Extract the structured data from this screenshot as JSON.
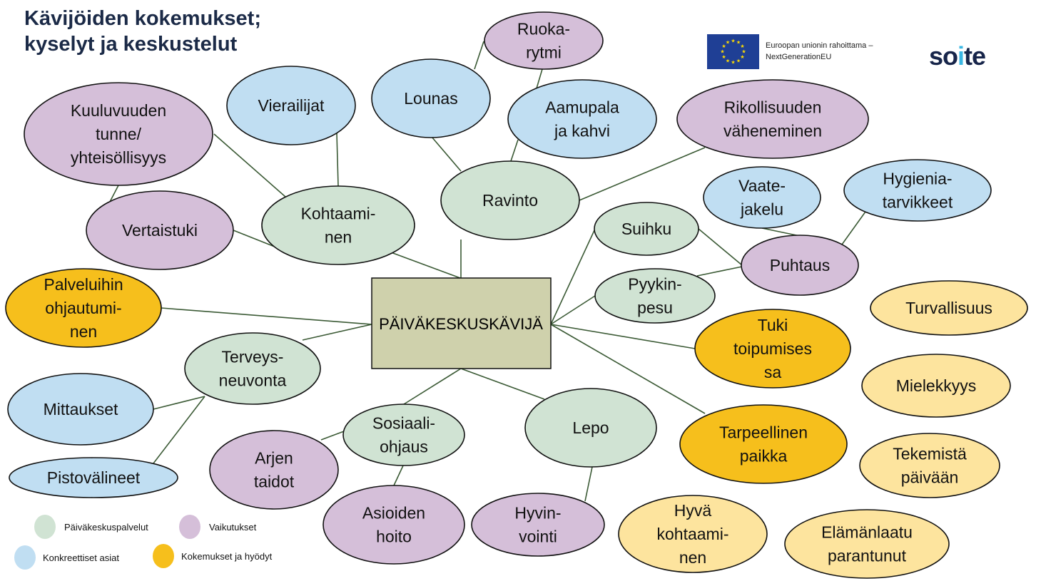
{
  "title": [
    "Kävijöiden kokemukset;",
    "kyselyt ja keskustelut"
  ],
  "funding": {
    "line1": "Euroopan unionin rahoittama –",
    "line2": "NextGenerationEU"
  },
  "logo": {
    "text_a": "so",
    "text_i": "i",
    "text_b": "te"
  },
  "colors": {
    "green": "#d0e3d3",
    "purple": "#d5bfd9",
    "blue": "#c0def2",
    "orange": "#f6bf1c",
    "yellow": "#fde49e",
    "center": "#cfd1ac",
    "line": "#3b5a35"
  },
  "center": {
    "label": "PÄIVÄKESKUSKÄVIJÄ"
  },
  "nodes": [
    {
      "id": "ruokarytmi",
      "lines": [
        "Ruoka-",
        "rytmi"
      ],
      "cat": "purple"
    },
    {
      "id": "lounas",
      "lines": [
        "Lounas"
      ],
      "cat": "blue"
    },
    {
      "id": "aamupala",
      "lines": [
        "Aamupala",
        "ja kahvi"
      ],
      "cat": "blue"
    },
    {
      "id": "rikollisuus",
      "lines": [
        "Rikollisuuden",
        "väheneminen"
      ],
      "cat": "purple"
    },
    {
      "id": "vierailijat",
      "lines": [
        "Vierailijat"
      ],
      "cat": "blue"
    },
    {
      "id": "kuuluvuus",
      "lines": [
        "Kuuluvuuden",
        "tunne/",
        "yhteisöllisyys"
      ],
      "cat": "purple"
    },
    {
      "id": "vertaistuki",
      "lines": [
        "Vertaistuki"
      ],
      "cat": "purple"
    },
    {
      "id": "kohtaaminen",
      "lines": [
        "Kohtaami-",
        "nen"
      ],
      "cat": "green"
    },
    {
      "id": "ravinto",
      "lines": [
        "Ravinto"
      ],
      "cat": "green"
    },
    {
      "id": "suihku",
      "lines": [
        "Suihku"
      ],
      "cat": "green"
    },
    {
      "id": "vaatejakelu",
      "lines": [
        "Vaate-",
        "jakelu"
      ],
      "cat": "blue"
    },
    {
      "id": "hygienia",
      "lines": [
        "Hygienia-",
        "tarvikkeet"
      ],
      "cat": "blue"
    },
    {
      "id": "puhtaus",
      "lines": [
        "Puhtaus"
      ],
      "cat": "purple"
    },
    {
      "id": "pyykinpesu",
      "lines": [
        "Pyykin-",
        "pesu"
      ],
      "cat": "green"
    },
    {
      "id": "palveluihin",
      "lines": [
        "Palveluihin",
        "ohjautumi-",
        "nen"
      ],
      "cat": "orange"
    },
    {
      "id": "turvallisuus",
      "lines": [
        "Turvallisuus"
      ],
      "cat": "yellow"
    },
    {
      "id": "tuki",
      "lines": [
        "Tuki",
        "toipumises",
        "sa"
      ],
      "cat": "orange"
    },
    {
      "id": "terveysneuvonta",
      "lines": [
        "Terveys-",
        "neuvonta"
      ],
      "cat": "green"
    },
    {
      "id": "mielekkyys",
      "lines": [
        "Mielekkyys"
      ],
      "cat": "yellow"
    },
    {
      "id": "mittaukset",
      "lines": [
        "Mittaukset"
      ],
      "cat": "blue"
    },
    {
      "id": "sosiaaliohjaus",
      "lines": [
        "Sosiaali-",
        "ohjaus"
      ],
      "cat": "green"
    },
    {
      "id": "lepo",
      "lines": [
        "Lepo"
      ],
      "cat": "green"
    },
    {
      "id": "tarpeellinen",
      "lines": [
        "Tarpeellinen",
        "paikka"
      ],
      "cat": "orange"
    },
    {
      "id": "tekemista",
      "lines": [
        "Tekemistä",
        "päivään"
      ],
      "cat": "yellow"
    },
    {
      "id": "arjentaidot",
      "lines": [
        "Arjen",
        "taidot"
      ],
      "cat": "purple"
    },
    {
      "id": "pistovalineet",
      "lines": [
        "Pistovälineet"
      ],
      "cat": "blue"
    },
    {
      "id": "asioidenhoito",
      "lines": [
        "Asioiden",
        "hoito"
      ],
      "cat": "purple"
    },
    {
      "id": "hyvinvointi",
      "lines": [
        "Hyvin-",
        "vointi"
      ],
      "cat": "purple"
    },
    {
      "id": "hyvakohtaaminen",
      "lines": [
        "Hyvä",
        "kohtaami-",
        "nen"
      ],
      "cat": "yellow"
    },
    {
      "id": "elamanlaatu",
      "lines": [
        "Elämänlaatu",
        "parantunut"
      ],
      "cat": "yellow"
    }
  ],
  "legend": [
    {
      "label": "Päiväkeskuspalvelut",
      "cat": "green"
    },
    {
      "label": "Vaikutukset",
      "cat": "purple"
    },
    {
      "label": "Konkreettiset asiat",
      "cat": "blue"
    },
    {
      "label": "Kokemukset ja hyödyt",
      "cat": "orange"
    }
  ]
}
